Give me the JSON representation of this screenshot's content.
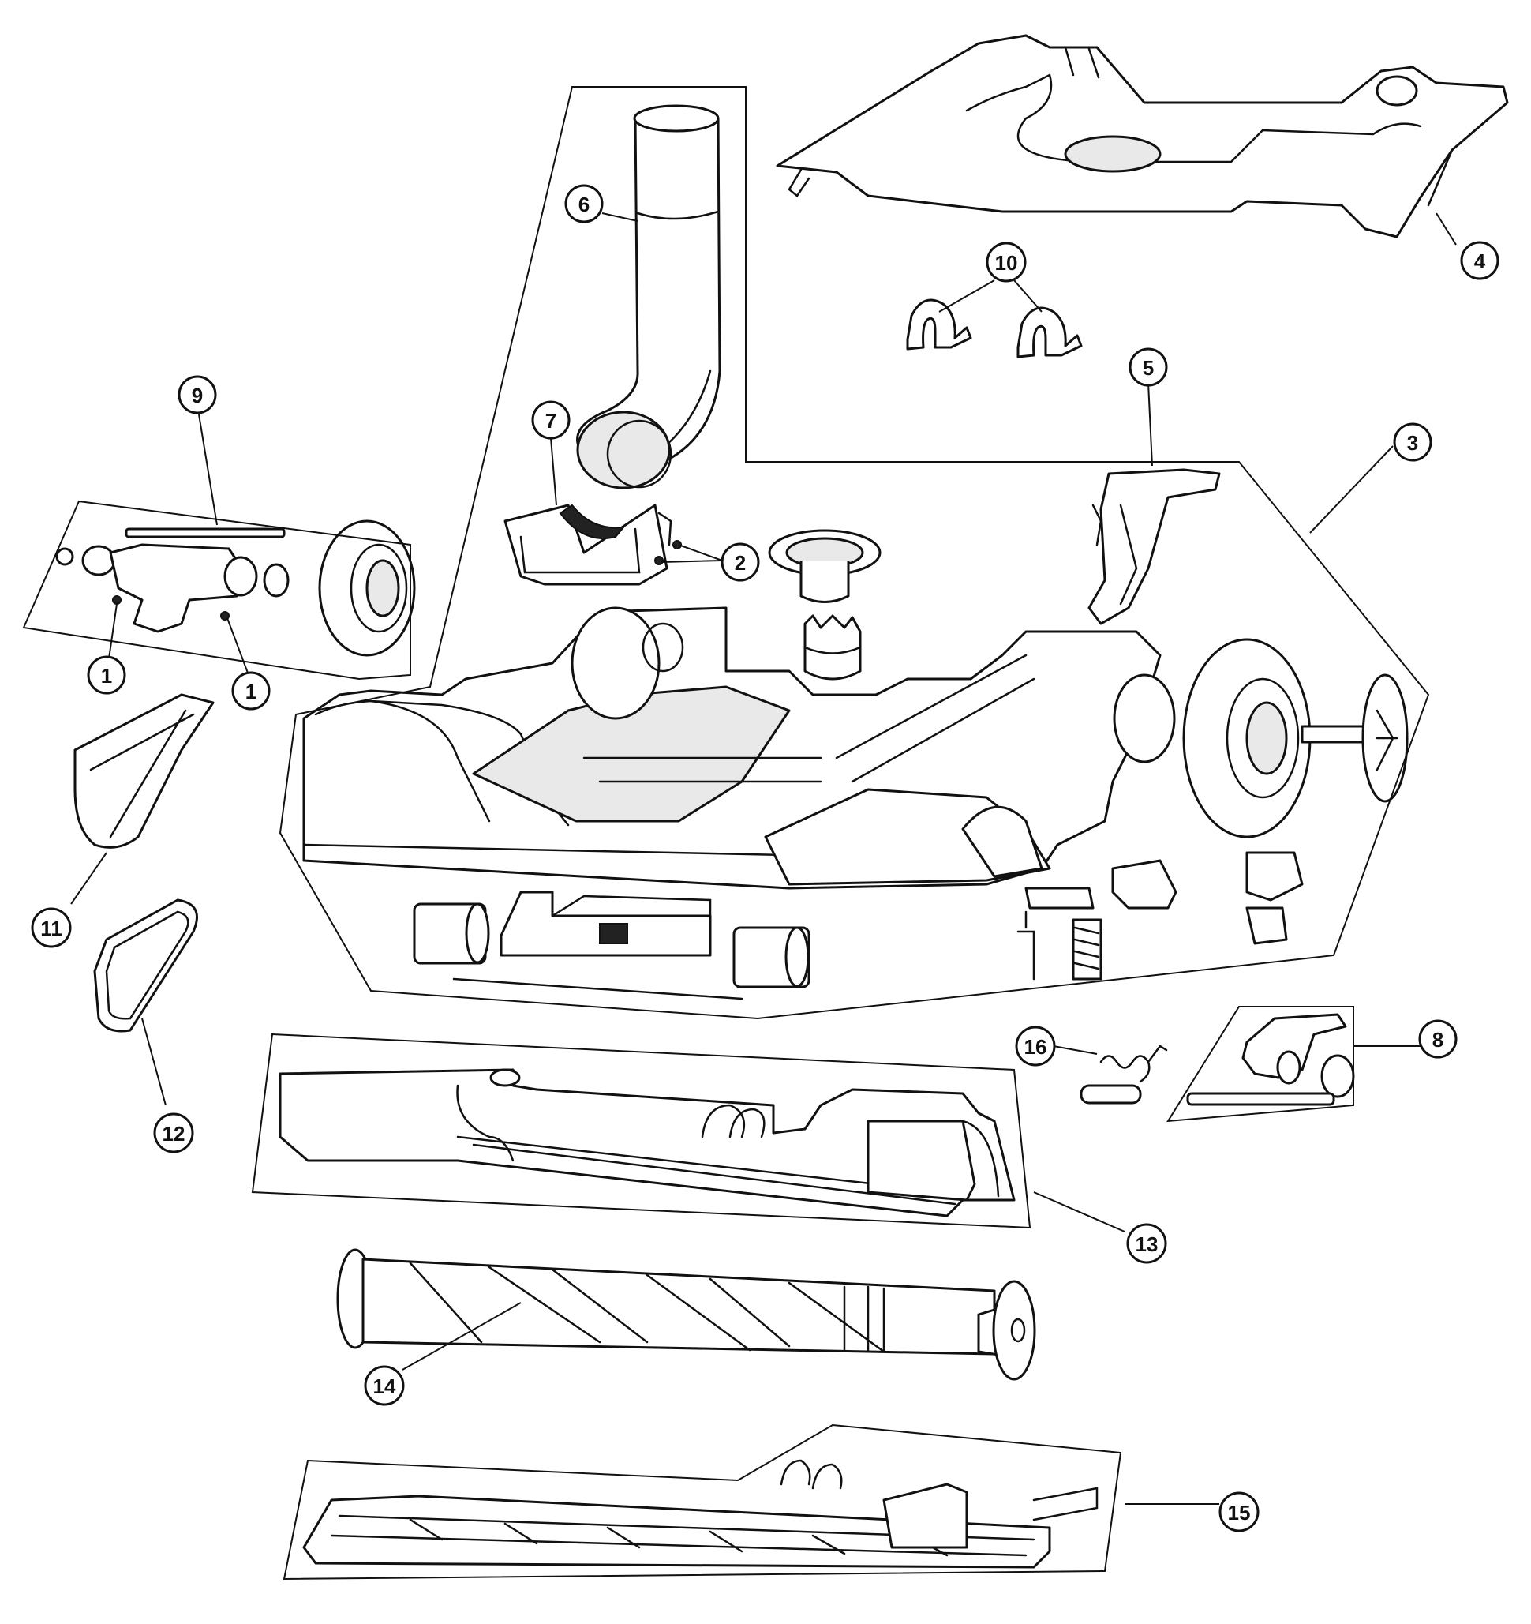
{
  "callouts": [
    {
      "id": "c1a",
      "label": "1"
    },
    {
      "id": "c1b",
      "label": "1"
    },
    {
      "id": "c2",
      "label": "2"
    },
    {
      "id": "c3",
      "label": "3"
    },
    {
      "id": "c4",
      "label": "4"
    },
    {
      "id": "c5",
      "label": "5"
    },
    {
      "id": "c6",
      "label": "6"
    },
    {
      "id": "c7",
      "label": "7"
    },
    {
      "id": "c8",
      "label": "8"
    },
    {
      "id": "c9",
      "label": "9"
    },
    {
      "id": "c10",
      "label": "10"
    },
    {
      "id": "c11",
      "label": "11"
    },
    {
      "id": "c12",
      "label": "12"
    },
    {
      "id": "c13",
      "label": "13"
    },
    {
      "id": "c14",
      "label": "14"
    },
    {
      "id": "c15",
      "label": "15"
    },
    {
      "id": "c16",
      "label": "16"
    }
  ]
}
